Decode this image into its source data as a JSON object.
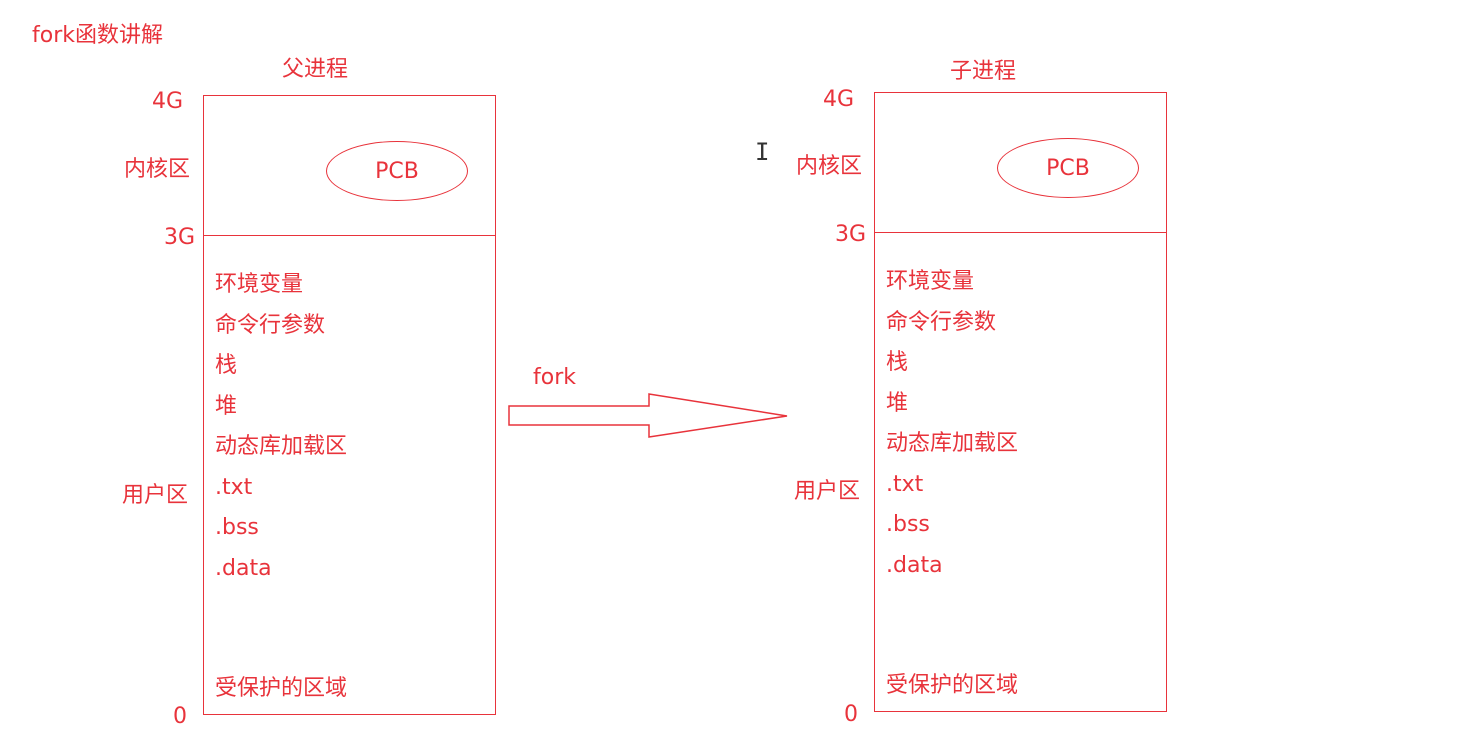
{
  "page_title": "fork函数讲解",
  "color": "#e8333b",
  "parent": {
    "title": "父进程",
    "label_4g": "4G",
    "label_3g": "3G",
    "label_0": "0",
    "kernel_label": "内核区",
    "user_label": "用户区",
    "pcb": "PCB",
    "segments": [
      "环境变量",
      "命令行参数",
      "栈",
      "堆",
      "动态库加载区",
      ".txt",
      ".bss",
      ".data"
    ],
    "protected": "受保护的区域"
  },
  "child": {
    "title": "子进程",
    "label_4g": "4G",
    "label_3g": "3G",
    "label_0": "0",
    "kernel_label": "内核区",
    "user_label": "用户区",
    "pcb": "PCB",
    "segments": [
      "环境变量",
      "命令行参数",
      "栈",
      "堆",
      "动态库加载区",
      ".txt",
      ".bss",
      ".data"
    ],
    "protected": "受保护的区域"
  },
  "arrow": {
    "label": "fork",
    "icon": "block-arrow-right-icon"
  },
  "cursor_icon": "text-cursor-icon"
}
